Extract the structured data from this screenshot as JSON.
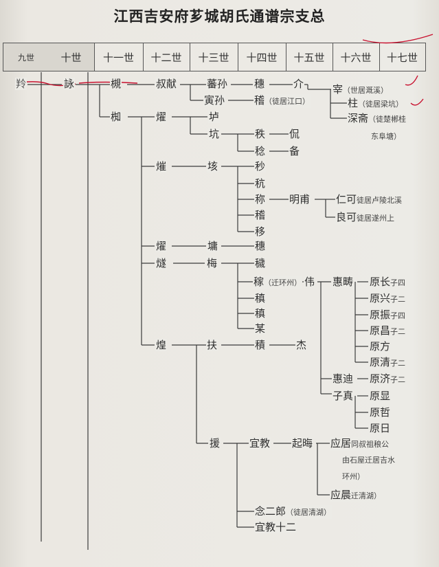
{
  "title": "江西吉安府芗城胡氏通谱宗支总",
  "generations": [
    "九世",
    "十世",
    "十一世",
    "十二世",
    "十三世",
    "十四世",
    "十五世",
    "十六世",
    "十七世"
  ],
  "colors": {
    "line": "#3a3a3a",
    "mark": "#c8102e"
  },
  "nodes": {
    "n9": {
      "name": "羚",
      "note": ""
    },
    "n10": {
      "name": "詠",
      "note": ""
    },
    "n11a": {
      "name": "槻",
      "note": ""
    },
    "n11b": {
      "name": "椥",
      "note": ""
    },
    "n12a": {
      "name": "叔献",
      "note": ""
    },
    "n12b": {
      "name": "燿",
      "note": ""
    },
    "n12c": {
      "name": "熣",
      "note": ""
    },
    "n12d": {
      "name": "燿",
      "note": ""
    },
    "n12e": {
      "name": "燧",
      "note": ""
    },
    "n12f": {
      "name": "煌",
      "note": ""
    },
    "n13a": {
      "name": "蕃孙",
      "note": ""
    },
    "n13b": {
      "name": "寅孙",
      "note": ""
    },
    "n13c": {
      "name": "垆",
      "note": ""
    },
    "n13d": {
      "name": "坑",
      "note": ""
    },
    "n13e": {
      "name": "垓",
      "note": ""
    },
    "n13f": {
      "name": "墉",
      "note": ""
    },
    "n13g": {
      "name": "梅",
      "note": ""
    },
    "n13h": {
      "name": "扶",
      "note": ""
    },
    "n13i": {
      "name": "援",
      "note": ""
    },
    "n14a": {
      "name": "穗",
      "note": ""
    },
    "n14b": {
      "name": "稽",
      "note": "（徒居江口）"
    },
    "n14c": {
      "name": "秩",
      "note": ""
    },
    "n14d": {
      "name": "稔",
      "note": ""
    },
    "n14e": {
      "name": "秒",
      "note": ""
    },
    "n14f": {
      "name": "秔",
      "note": ""
    },
    "n14g": {
      "name": "称",
      "note": ""
    },
    "n14h": {
      "name": "稽",
      "note": ""
    },
    "n14i": {
      "name": "移",
      "note": ""
    },
    "n14j": {
      "name": "穗",
      "note": ""
    },
    "n14k": {
      "name": "穢",
      "note": ""
    },
    "n14l": {
      "name": "稼",
      "note": "迁环州"
    },
    "n14m": {
      "name": "稹",
      "note": ""
    },
    "n14n": {
      "name": "稹",
      "note": ""
    },
    "n14o": {
      "name": "某",
      "note": ""
    },
    "n14p": {
      "name": "積",
      "note": ""
    },
    "n14q": {
      "name": "宜教",
      "note": ""
    },
    "n14r": {
      "name": "念二郎",
      "note": "（徒居清湖）"
    },
    "n14s": {
      "name": "宜教十二",
      "note": ""
    },
    "n15a": {
      "name": "介",
      "note": ""
    },
    "n15b": {
      "name": "侃",
      "note": ""
    },
    "n15c": {
      "name": "备",
      "note": ""
    },
    "n15d": {
      "name": "明甫",
      "note": ""
    },
    "n15e": {
      "name": "伟",
      "note": ""
    },
    "n15f": {
      "name": "杰",
      "note": ""
    },
    "n15g": {
      "name": "起晦",
      "note": ""
    },
    "n16a": {
      "name": "宰",
      "note": "（世居溉溪）"
    },
    "n16b": {
      "name": "柱",
      "note": "（徒居梁坑）"
    },
    "n16c": {
      "name": "深斋",
      "note": "（徒楚郴桂"
    },
    "n16c2": {
      "name": "东阜塘）"
    },
    "n16d": {
      "name": "仁可",
      "note": "徒居卢陵北溪"
    },
    "n16e": {
      "name": "良可",
      "note": "徒居遂州上"
    },
    "n16f": {
      "name": "惠畴",
      "note": ""
    },
    "n16g": {
      "name": "惠迪",
      "note": ""
    },
    "n16h": {
      "name": "子真",
      "note": ""
    },
    "n16i": {
      "name": "应居",
      "note": "同叔祖稂公"
    },
    "n16i2": {
      "name": "由石屋迁居吉水"
    },
    "n16i3": {
      "name": "环州）"
    },
    "n16j": {
      "name": "应晨",
      "note": "迁清湖）"
    },
    "n17a": {
      "name": "原长",
      "note": "子四"
    },
    "n17b": {
      "name": "原兴",
      "note": "子二"
    },
    "n17c": {
      "name": "原振",
      "note": "子四"
    },
    "n17d": {
      "name": "原昌",
      "note": "子二"
    },
    "n17e": {
      "name": "原方",
      "note": ""
    },
    "n17f": {
      "name": "原清",
      "note": "子二"
    },
    "n17g": {
      "name": "原济",
      "note": "子二"
    },
    "n17h": {
      "name": "原显",
      "note": ""
    },
    "n17i": {
      "name": "原哲",
      "note": ""
    },
    "n17j": {
      "name": "原日",
      "note": ""
    }
  }
}
